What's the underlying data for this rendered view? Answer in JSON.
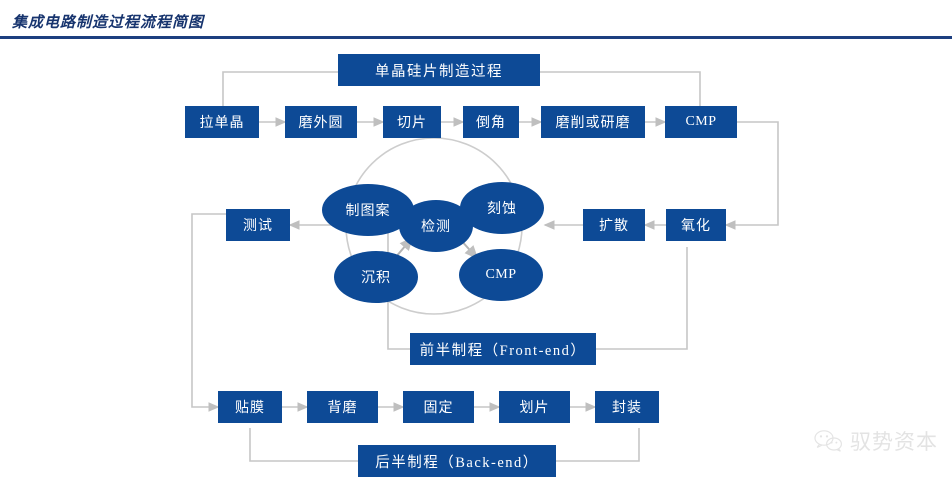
{
  "header": {
    "title": "集成电路制造过程流程简图",
    "rule_color": "#1d3f80"
  },
  "theme": {
    "node_fill": "#0d4a96",
    "node_text": "#ffffff",
    "connector": "#bfbfbf",
    "circle_outline": "#c9c9c9",
    "watermark_color": "#b0b0b0"
  },
  "diagram": {
    "wafer_section_label": "单晶硅片制造过程",
    "wafer_steps": [
      {
        "label": "拉单晶"
      },
      {
        "label": "磨外圆"
      },
      {
        "label": "切片"
      },
      {
        "label": "倒角"
      },
      {
        "label": "磨削或研磨"
      },
      {
        "label": "CMP"
      }
    ],
    "front_end_loop": [
      {
        "label": "制图案"
      },
      {
        "label": "刻蚀"
      },
      {
        "label": "检测"
      },
      {
        "label": "沉积"
      },
      {
        "label": "CMP"
      }
    ],
    "front_end_side": [
      {
        "label": "扩散"
      },
      {
        "label": "氧化"
      }
    ],
    "test_node": {
      "label": "测试"
    },
    "front_end_label": "前半制程（Front-end）",
    "back_end_steps": [
      {
        "label": "贴膜"
      },
      {
        "label": "背磨"
      },
      {
        "label": "固定"
      },
      {
        "label": "划片"
      },
      {
        "label": "封装"
      }
    ],
    "back_end_label": "后半制程（Back-end）"
  },
  "watermark": {
    "icon": "wechat-icon",
    "text": "驭势资本"
  }
}
